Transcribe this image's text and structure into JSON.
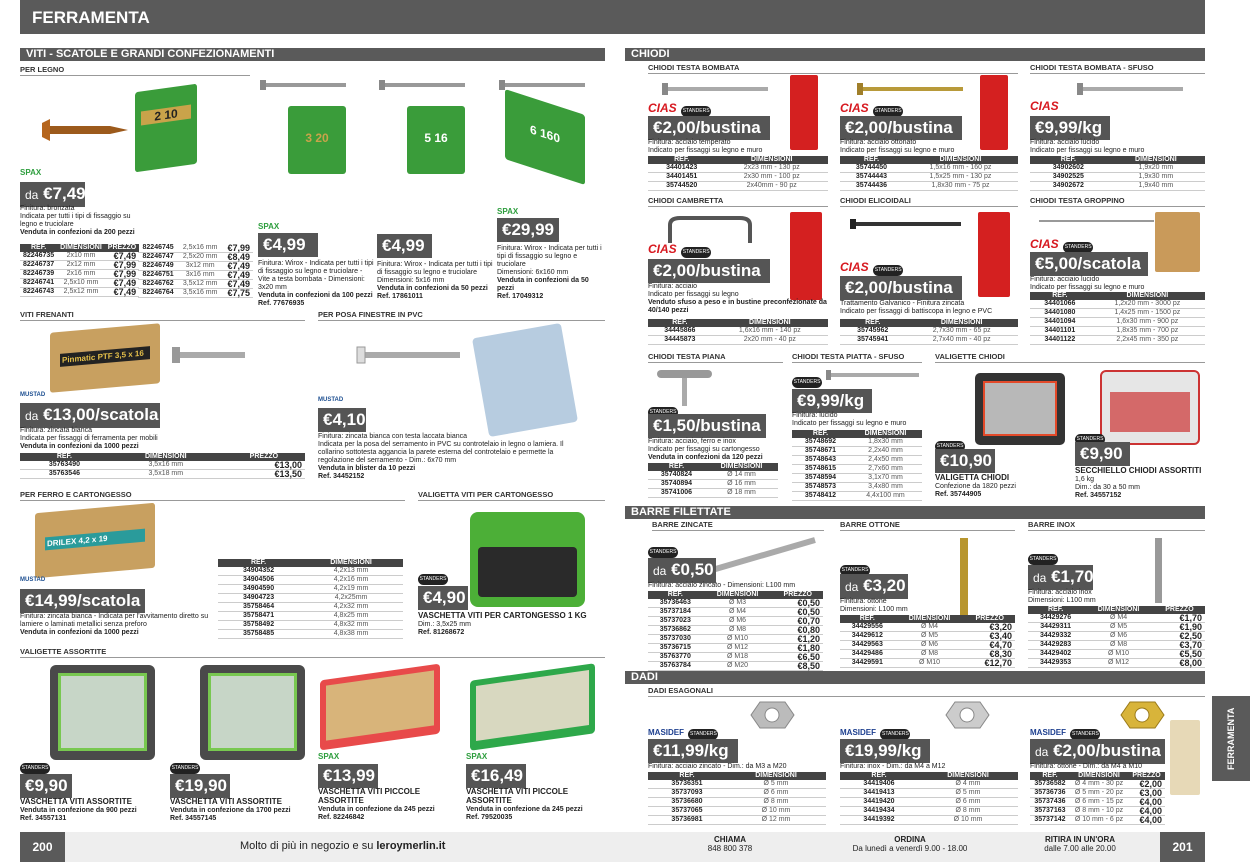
{
  "header": {
    "title": "FERRAMENTA"
  },
  "sections": {
    "viti": "VITI - SCATOLE E GRANDI CONFEZIONAMENTI",
    "chiodi": "CHIODI",
    "barre": "BARRE FILETTATE",
    "dadi": "DADI"
  },
  "viti_legno": {
    "subheader": "PER LEGNO",
    "brand": "SPAX",
    "price_pre": "da",
    "price": "€7,49",
    "desc": "Finitura: bronzata",
    "desc2": "Indicata per tutti i tipi di fissaggio su legno e truciolare",
    "desc3": "Venduta in confezioni da 200 pezzi",
    "headers": [
      "REF.",
      "DIMENSIONI",
      "PREZZO"
    ],
    "rows_a": [
      [
        "82246735",
        "2x10 mm",
        "€7,49"
      ],
      [
        "82246737",
        "2x12 mm",
        "€7,99"
      ],
      [
        "82246739",
        "2x16 mm",
        "€7,99"
      ],
      [
        "82246741",
        "2,5x10 mm",
        "€7,49"
      ],
      [
        "82246743",
        "2,5x12 mm",
        "€7,49"
      ]
    ],
    "rows_b": [
      [
        "82246745",
        "2,5x16 mm",
        "€7,99"
      ],
      [
        "82246747",
        "2,5x20 mm",
        "€8,49"
      ],
      [
        "82246749",
        "3x12 mm",
        "€7,49"
      ],
      [
        "82246751",
        "3x16 mm",
        "€7,49"
      ],
      [
        "82246762",
        "3,5x12 mm",
        "€7,49"
      ],
      [
        "82246764",
        "3,5x16 mm",
        "€7,75"
      ]
    ],
    "box_label": "2 10"
  },
  "spax_products": [
    {
      "price": "€4,99",
      "desc": "Finitura: Wirox - Indicata per tutti i tipi di fissaggio su legno e truciolare - Vite a testa bombata - Dimensioni: 3x20 mm",
      "bold": "Venduta in confezioni da 100 pezzi",
      "ref": "Ref. 77676935",
      "box": "3 20"
    },
    {
      "price": "€4,99",
      "desc": "Finitura: Wirox - Indicata per tutti i tipi di fissaggio su legno e truciolare",
      "desc2": "Dimensioni: 5x16 mm",
      "bold": "Venduta in confezioni da 50 pezzi",
      "ref": "Ref. 17861011",
      "box": "5 16"
    },
    {
      "price": "€29,99",
      "desc": "Finitura: Wirox - Indicata per tutti i tipi di fissaggio su legno e truciolare",
      "desc2": "Dimensioni: 6x160 mm",
      "bold": "Venduta in confezioni da 50 pezzi",
      "ref": "Ref. 17049312",
      "box": "6 160"
    }
  ],
  "viti_frenanti": {
    "subheader": "VITI FRENANTI",
    "brand": "MUSTAD",
    "price_pre": "da",
    "price": "€13,00/scatola",
    "desc": "Finitura: zincata bianca",
    "desc2": "Indicata per fissaggi di ferramenta per mobili",
    "bold": "Venduta in confezioni da 1000 pezzi",
    "headers": [
      "REF.",
      "DIMENSIONI",
      "PREZZO"
    ],
    "rows": [
      [
        "35763490",
        "3,5x16 mm",
        "€13,00"
      ],
      [
        "35763546",
        "3,5x18 mm",
        "€13,50"
      ]
    ],
    "box_label": "Pinmatic PTF 3,5 x 16"
  },
  "pvc": {
    "subheader": "PER POSA FINESTRE IN PVC",
    "brand": "MUSTAD",
    "price": "€4,10",
    "desc": "Finitura: zincata bianca con testa laccata bianca",
    "desc2": "Indicata per la posa del serramento in PVC su controtelaio in legno o lamiera. Il collarino sottotesta aggancia la parete esterna del controtelaio e permette la regolazione del serramento - Dim.: 6x70 mm",
    "bold": "Venduta in blister da 10 pezzi",
    "ref": "Ref. 34452152"
  },
  "cartongesso": {
    "subheader": "PER FERRO E CARTONGESSO",
    "brand": "MUSTAD",
    "price": "€14,99/scatola",
    "desc": "Finitura: zincata bianca - Indicata per l'avvitamento diretto su lamiere o laminati metallici senza preforo",
    "bold": "Venduta in confezioni da 1000 pezzi",
    "headers": [
      "REF.",
      "DIMENSIONI"
    ],
    "rows": [
      [
        "34904352",
        "4,2x13 mm"
      ],
      [
        "34904506",
        "4,2x16 mm"
      ],
      [
        "34904590",
        "4,2x19 mm"
      ],
      [
        "34904723",
        "4,2x25mm"
      ],
      [
        "35758464",
        "4,2x32 mm"
      ],
      [
        "35758471",
        "4,8x25 mm"
      ],
      [
        "35758492",
        "4,8x32 mm"
      ],
      [
        "35758485",
        "4,8x38 mm"
      ]
    ],
    "box_label": "DRILEX 4,2 x 19"
  },
  "valigetta_cart": {
    "subheader": "VALIGETTA VITI PER CARTONGESSO",
    "price": "€4,90",
    "title": "VASCHETTA VITI PER CARTONGESSO 1 KG",
    "desc": "Dim.: 3,5x25 mm",
    "ref": "Ref. 81268672"
  },
  "valigette": {
    "subheader": "VALIGETTE ASSORTITE",
    "items": [
      {
        "price": "€9,90",
        "title": "VASCHETTA VITI ASSORTITE",
        "bold": "Venduta in confezione da 900 pezzi",
        "ref": "Ref. 34557131"
      },
      {
        "price": "€19,90",
        "title": "VASCHETTA VITI ASSORTITE",
        "bold": "Venduta in confezione da 1700 pezzi",
        "ref": "Ref. 34557145"
      },
      {
        "price": "€13,99",
        "title": "VASCHETTA VITI PICCOLE ASSORTITE",
        "bold": "Venduta in confezione da 245 pezzi",
        "ref": "Ref. 82246842"
      },
      {
        "price": "€16,49",
        "title": "VASCHETTA VITI PICCOLE ASSORTITE",
        "bold": "Venduta in confezione da 245 pezzi",
        "ref": "Ref. 79520035"
      }
    ]
  },
  "chiodi_bombata": {
    "subheader": "CHIODI TESTA BOMBATA",
    "price": "€2,00/bustina",
    "desc": "Finitura: acciaio temperato",
    "desc2": "Indicato per fissaggi su legno e muro",
    "headers": [
      "REF.",
      "DIMENSIONI"
    ],
    "rows": [
      [
        "34401423",
        "2x23 mm - 130 pz"
      ],
      [
        "34401451",
        "2x30 mm - 100 pz"
      ],
      [
        "35744520",
        "2x40mm - 90 pz"
      ]
    ]
  },
  "chiodi_bombata_ott": {
    "price": "€2,00/bustina",
    "desc": "Finitura: acciaio ottonato",
    "desc2": "Indicato per fissaggi su legno e muro",
    "headers": [
      "REF.",
      "DIMENSIONI"
    ],
    "rows": [
      [
        "35744450",
        "1,5x16 mm - 160 pz"
      ],
      [
        "35744443",
        "1,5x25 mm - 130 pz"
      ],
      [
        "35744436",
        "1,8x30 mm - 75 pz"
      ]
    ]
  },
  "chiodi_sfuso": {
    "subheader": "CHIODI TESTA BOMBATA - SFUSO",
    "price": "€9,99/kg",
    "desc": "Finitura: acciaio lucido",
    "desc2": "Indicato per fissaggi su legno e muro",
    "headers": [
      "REF.",
      "DIMENSIONI"
    ],
    "rows": [
      [
        "34902602",
        "1,9x20 mm"
      ],
      [
        "34902525",
        "1,9x30 mm"
      ],
      [
        "34902672",
        "1,9x40 mm"
      ]
    ]
  },
  "chiodi_cambretta": {
    "subheader": "CHIODI CAMBRETTA",
    "price": "€2,00/bustina",
    "desc": "Finitura: acciaio",
    "desc2": "Indicato per fissaggi su legno",
    "bold": "Venduto sfuso a peso e in bustine preconfezionate da 40/140 pezzi",
    "headers": [
      "REF.",
      "DIMENSIONI"
    ],
    "rows": [
      [
        "34445866",
        "1,6x16 mm - 140 pz"
      ],
      [
        "34445873",
        "2x20 mm - 40 pz"
      ]
    ]
  },
  "chiodi_elicoidali": {
    "subheader": "CHIODI ELICOIDALI",
    "price": "€2,00/bustina",
    "desc": "Trattamento Galvanico - Finitura zincata",
    "desc2": "Indicato per fissaggi di battiscopa in legno e PVC",
    "headers": [
      "REF.",
      "DIMENSIONI"
    ],
    "rows": [
      [
        "35745962",
        "2,7x30 mm - 65 pz"
      ],
      [
        "35745941",
        "2,7x40 mm - 40 pz"
      ]
    ]
  },
  "chiodi_groppino": {
    "subheader": "CHIODI TESTA GROPPINO",
    "price": "€5,00/scatola",
    "desc": "Finitura: acciaio lucido",
    "desc2": "Indicato per fissaggi su legno e muro",
    "headers": [
      "REF.",
      "DIMENSIONI"
    ],
    "rows": [
      [
        "34401066",
        "1,2x20 mm - 3000 pz"
      ],
      [
        "34401080",
        "1,4x25 mm - 1500 pz"
      ],
      [
        "34401094",
        "1,6x30 mm - 900 pz"
      ],
      [
        "34401101",
        "1,8x35 mm - 700 pz"
      ],
      [
        "34401122",
        "2,2x45 mm - 350 pz"
      ]
    ]
  },
  "chiodi_piana": {
    "subheader": "CHIODI TESTA PIANA",
    "price": "€1,50/bustina",
    "desc": "Finitura: acciaio, ferro e inox",
    "desc2": "Indicato per fissaggi su cartongesso",
    "bold": "Venduta in confezioni da 120 pezzi",
    "headers": [
      "REF.",
      "DIMENSIONI"
    ],
    "rows": [
      [
        "35740824",
        "Ø 14 mm"
      ],
      [
        "35740894",
        "Ø 16 mm"
      ],
      [
        "35741006",
        "Ø 18 mm"
      ]
    ]
  },
  "chiodi_piatta": {
    "subheader": "CHIODI TESTA PIATTA - SFUSO",
    "price": "€9,99/kg",
    "desc": "Finitura: lucido",
    "desc2": "Indicato per fissaggi su legno e muro",
    "headers": [
      "REF.",
      "DIMENSIONI"
    ],
    "rows": [
      [
        "35748692",
        "1,8x30 mm"
      ],
      [
        "35748671",
        "2,2x40 mm"
      ],
      [
        "35748643",
        "2,4x50 mm"
      ],
      [
        "35748615",
        "2,7x60 mm"
      ],
      [
        "35748594",
        "3,1x70 mm"
      ],
      [
        "35748573",
        "3,4x80 mm"
      ],
      [
        "35748412",
        "4,4x100 mm"
      ]
    ]
  },
  "valigette_chiodi": {
    "subheader": "VALIGETTE CHIODI",
    "a": {
      "price": "€10,90",
      "title": "VALIGETTA CHIODI",
      "desc": "Confezione da 1820 pezzi",
      "ref": "Ref. 35744905"
    },
    "b": {
      "price": "€9,90",
      "title": "SECCHIELLO CHIODI ASSORTITI",
      "desc": "1,6 kg",
      "desc2": "Dim.: da 30 a 50 mm",
      "ref": "Ref. 34557152"
    }
  },
  "barre_zincate": {
    "subheader": "BARRE ZINCATE",
    "price": "€0,50",
    "price_pre": "da",
    "desc": "Finitura: acciaio zincato - Dimensioni: L100 mm",
    "headers": [
      "REF.",
      "DIMENSIONI",
      "PREZZO"
    ],
    "rows": [
      [
        "35736463",
        "Ø M3",
        "€0,50"
      ],
      [
        "35737184",
        "Ø M4",
        "€0,50"
      ],
      [
        "35737023",
        "Ø M6",
        "€0,70"
      ],
      [
        "35736862",
        "Ø M8",
        "€0,80"
      ],
      [
        "35737030",
        "Ø M10",
        "€1,20"
      ],
      [
        "35736715",
        "Ø M12",
        "€1,80"
      ],
      [
        "35763770",
        "Ø M18",
        "€6,50"
      ],
      [
        "35763784",
        "Ø M20",
        "€8,50"
      ]
    ]
  },
  "barre_ottone": {
    "subheader": "BARRE OTTONE",
    "price": "€3,20",
    "price_pre": "da",
    "desc": "Finitura: ottone",
    "desc2": "Dimensioni: L100 mm",
    "headers": [
      "REF.",
      "DIMENSIONI",
      "PREZZO"
    ],
    "rows": [
      [
        "34429556",
        "Ø M4",
        "€3,20"
      ],
      [
        "34429612",
        "Ø M5",
        "€3,40"
      ],
      [
        "34429563",
        "Ø M6",
        "€4,70"
      ],
      [
        "34429486",
        "Ø M8",
        "€8,30"
      ],
      [
        "34429591",
        "Ø M10",
        "€12,70"
      ]
    ]
  },
  "barre_inox": {
    "subheader": "BARRE INOX",
    "price": "€1,70",
    "price_pre": "da",
    "desc": "Finitura: acciaio inox",
    "desc2": "Dimensioni: L100 mm",
    "headers": [
      "REF.",
      "DIMENSIONI",
      "PREZZO"
    ],
    "rows": [
      [
        "34429276",
        "Ø M4",
        "€1,70"
      ],
      [
        "34429311",
        "Ø M5",
        "€1,90"
      ],
      [
        "34429332",
        "Ø M6",
        "€2,50"
      ],
      [
        "34429283",
        "Ø M8",
        "€3,70"
      ],
      [
        "34429402",
        "Ø M10",
        "€5,50"
      ],
      [
        "34429353",
        "Ø M12",
        "€8,00"
      ]
    ]
  },
  "dadi": {
    "subheader": "DADI ESAGONALI",
    "a": {
      "price": "€11,99/kg",
      "desc": "Finitura: acciaio zincato - Dim.: da M3 a M20",
      "headers": [
        "REF.",
        "DIMENSIONI"
      ],
      "rows": [
        [
          "35736351",
          "Ø 5 mm"
        ],
        [
          "35737093",
          "Ø 6 mm"
        ],
        [
          "35736680",
          "Ø 8 mm"
        ],
        [
          "35737065",
          "Ø 10 mm"
        ],
        [
          "35736981",
          "Ø 12 mm"
        ]
      ]
    },
    "b": {
      "price": "€19,99/kg",
      "desc": "Finitura: inox - Dim.: da M4 a M12",
      "headers": [
        "REF.",
        "DIMENSIONI"
      ],
      "rows": [
        [
          "34419406",
          "Ø 4 mm"
        ],
        [
          "34419413",
          "Ø 5 mm"
        ],
        [
          "34419420",
          "Ø 6 mm"
        ],
        [
          "34419434",
          "Ø 8 mm"
        ],
        [
          "34419392",
          "Ø 10 mm"
        ]
      ]
    },
    "c": {
      "price_pre": "da",
      "price": "€2,00/bustina",
      "desc": "Finitura: ottone - Dim.: da M4 a M10",
      "headers": [
        "REF.",
        "DIMENSIONI",
        "PREZZO"
      ],
      "rows": [
        [
          "35736582",
          "Ø 4 mm - 30 pz",
          "€2,00"
        ],
        [
          "35736736",
          "Ø 5 mm - 20 pz",
          "€3,00"
        ],
        [
          "35737436",
          "Ø 6 mm - 15 pz",
          "€4,00"
        ],
        [
          "35737163",
          "Ø 8 mm - 10 pz",
          "€4,00"
        ],
        [
          "35737142",
          "Ø 10 mm - 6 pz",
          "€4,00"
        ]
      ]
    }
  },
  "brands": {
    "cias": "CIAS",
    "standers": "STANDERS",
    "masidef": "MASIDEF",
    "spax": "SPAX",
    "mustad": "MUSTAD"
  },
  "sidetab": "FERRAMENTA",
  "footer": {
    "left_page": "200",
    "right_page": "201",
    "promo_pre": "Molto di più in negozio e su ",
    "promo_site": "leroymerlin.it",
    "call_title": "CHIAMA",
    "call_num": "848 800 378",
    "order_title": "ORDINA",
    "order_hours": "Da lunedì a venerdì 9.00 - 18.00",
    "pickup_title": "RITIRA IN UN'ORA",
    "pickup_hours": "dalle 7.00 alle 20.00"
  }
}
